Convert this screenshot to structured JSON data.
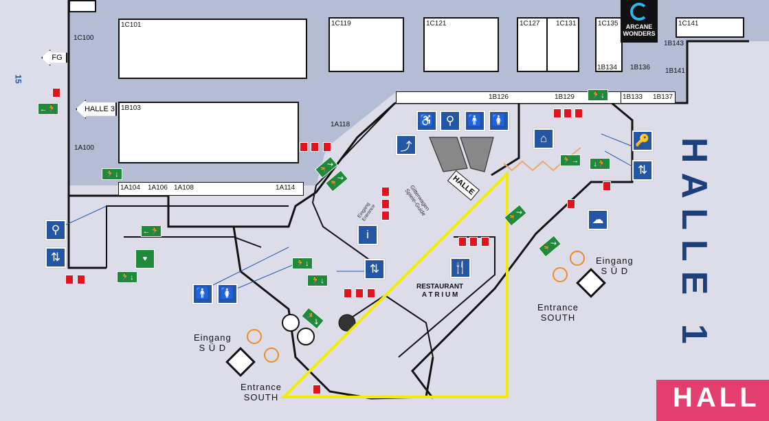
{
  "page_number": "15",
  "hall_title": "HALLE 1",
  "hall_tab": "HALL",
  "logo": {
    "line1": "ARCANE",
    "line2": "WONDERS"
  },
  "arrows": {
    "fg": "FG",
    "halle3": "HALLE 3",
    "halle_diag": "HALLE"
  },
  "rooms": [
    "1C100",
    "1C101",
    "1C119",
    "1C121",
    "1C127",
    "1C131",
    "1C135",
    "1C141",
    "1B143",
    "1B141",
    "1B134",
    "1B136",
    "1B126",
    "1B129",
    "1B133",
    "1B137",
    "1B103",
    "1A118",
    "1A100",
    "1A104",
    "1A106",
    "1A108",
    "1A114"
  ],
  "labels": {
    "gitterwagen": "Gitterwagen",
    "spiele_guide": "Spiele-Guide",
    "eingang_small": "Eingang",
    "entrance_small": "Entrance",
    "restaurant": "RESTAURANT",
    "atrium": "A T R I U M"
  },
  "entrances": [
    {
      "line1": "Eingang",
      "line2": "S Ü D",
      "line3": "Entrance",
      "line4": "SOUTH"
    },
    {
      "line1": "Eingang",
      "line2": "S Ü D",
      "line3": "Entrance",
      "line4": "SOUTH"
    }
  ],
  "colors": {
    "highlight": "#f5e90a",
    "sign_blue": "#2456a4",
    "exit_green": "#1f8a3a",
    "fire_red": "#e0141e",
    "tab_pink": "#e23f6f"
  }
}
